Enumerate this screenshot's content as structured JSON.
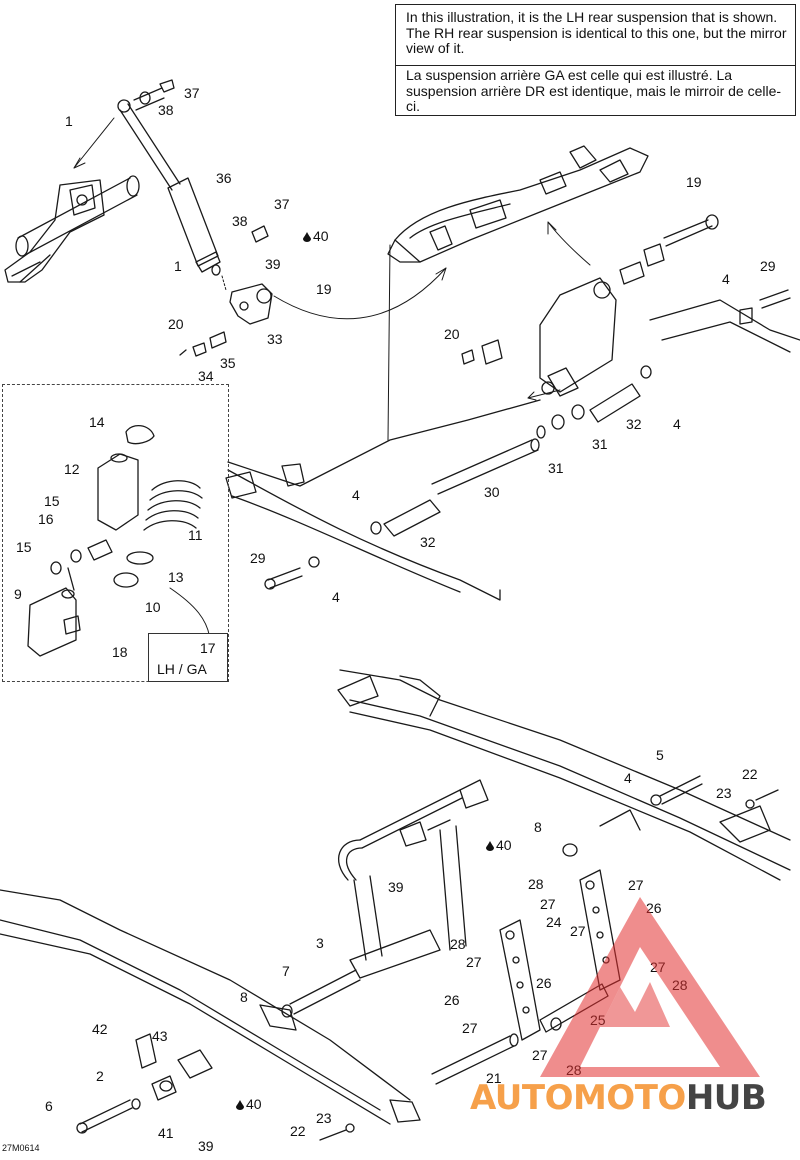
{
  "note": {
    "en": "In this illustration, it is the LH rear suspension that is shown. The RH rear suspension is identical to this one, but the mirror view of it.",
    "fr": "La suspension arrière GA est celle qui est illustré. La suspension arrière DR est identique, mais le mirroir de celle-ci."
  },
  "inset_label": "LH / GA",
  "drawing_code": "27M0614",
  "watermark": {
    "part1": "AUTOMOTO",
    "part2": "HUB"
  },
  "colors": {
    "line": "#1a1a1a",
    "watermark_red": "#e23030",
    "watermark_orange": "#f6a04a",
    "watermark_gray": "#444444"
  },
  "callouts": [
    {
      "id": "c37a",
      "text": "37"
    },
    {
      "id": "c38a",
      "text": "38"
    },
    {
      "id": "c1a",
      "text": "1"
    },
    {
      "id": "c36",
      "text": "36"
    },
    {
      "id": "c37b",
      "text": "37"
    },
    {
      "id": "c38b",
      "text": "38"
    },
    {
      "id": "c40a",
      "text": "40"
    },
    {
      "id": "c39a",
      "text": "39"
    },
    {
      "id": "c1b",
      "text": "1"
    },
    {
      "id": "c19a",
      "text": "19"
    },
    {
      "id": "c20a",
      "text": "20"
    },
    {
      "id": "c33",
      "text": "33"
    },
    {
      "id": "c35",
      "text": "35"
    },
    {
      "id": "c34",
      "text": "34"
    },
    {
      "id": "c19b",
      "text": "19"
    },
    {
      "id": "c4a",
      "text": "4"
    },
    {
      "id": "c29a",
      "text": "29"
    },
    {
      "id": "c20b",
      "text": "20"
    },
    {
      "id": "c32a",
      "text": "32"
    },
    {
      "id": "c4b",
      "text": "4"
    },
    {
      "id": "c31a",
      "text": "31"
    },
    {
      "id": "c31b",
      "text": "31"
    },
    {
      "id": "c30",
      "text": "30"
    },
    {
      "id": "c4c",
      "text": "4"
    },
    {
      "id": "c32b",
      "text": "32"
    },
    {
      "id": "c29b",
      "text": "29"
    },
    {
      "id": "c4d",
      "text": "4"
    },
    {
      "id": "c14",
      "text": "14"
    },
    {
      "id": "c12",
      "text": "12"
    },
    {
      "id": "c15a",
      "text": "15"
    },
    {
      "id": "c16",
      "text": "16"
    },
    {
      "id": "c11",
      "text": "11"
    },
    {
      "id": "c15b",
      "text": "15"
    },
    {
      "id": "c13",
      "text": "13"
    },
    {
      "id": "c9",
      "text": "9"
    },
    {
      "id": "c10",
      "text": "10"
    },
    {
      "id": "c18",
      "text": "18"
    },
    {
      "id": "c17",
      "text": "17"
    },
    {
      "id": "c5",
      "text": "5"
    },
    {
      "id": "c22a",
      "text": "22"
    },
    {
      "id": "c4e",
      "text": "4"
    },
    {
      "id": "c23a",
      "text": "23"
    },
    {
      "id": "c8a",
      "text": "8"
    },
    {
      "id": "c40b",
      "text": "40"
    },
    {
      "id": "c39b",
      "text": "39"
    },
    {
      "id": "c28a",
      "text": "28"
    },
    {
      "id": "c27a",
      "text": "27"
    },
    {
      "id": "c27b",
      "text": "27"
    },
    {
      "id": "c26a",
      "text": "26"
    },
    {
      "id": "c24",
      "text": "24"
    },
    {
      "id": "c27c",
      "text": "27"
    },
    {
      "id": "c28b",
      "text": "28"
    },
    {
      "id": "c27d",
      "text": "27"
    },
    {
      "id": "c3",
      "text": "3"
    },
    {
      "id": "c26b",
      "text": "26"
    },
    {
      "id": "c27e",
      "text": "27"
    },
    {
      "id": "c28c",
      "text": "28"
    },
    {
      "id": "c7",
      "text": "7"
    },
    {
      "id": "c8b",
      "text": "8"
    },
    {
      "id": "c26c",
      "text": "26"
    },
    {
      "id": "c27f",
      "text": "27"
    },
    {
      "id": "c25",
      "text": "25"
    },
    {
      "id": "c27g",
      "text": "27"
    },
    {
      "id": "c28d",
      "text": "28"
    },
    {
      "id": "c42",
      "text": "42"
    },
    {
      "id": "c43",
      "text": "43"
    },
    {
      "id": "c2",
      "text": "2"
    },
    {
      "id": "c21",
      "text": "21"
    },
    {
      "id": "c6",
      "text": "6"
    },
    {
      "id": "c40c",
      "text": "40"
    },
    {
      "id": "c23b",
      "text": "23"
    },
    {
      "id": "c41",
      "text": "41"
    },
    {
      "id": "c22b",
      "text": "22"
    },
    {
      "id": "c39c",
      "text": "39"
    }
  ]
}
